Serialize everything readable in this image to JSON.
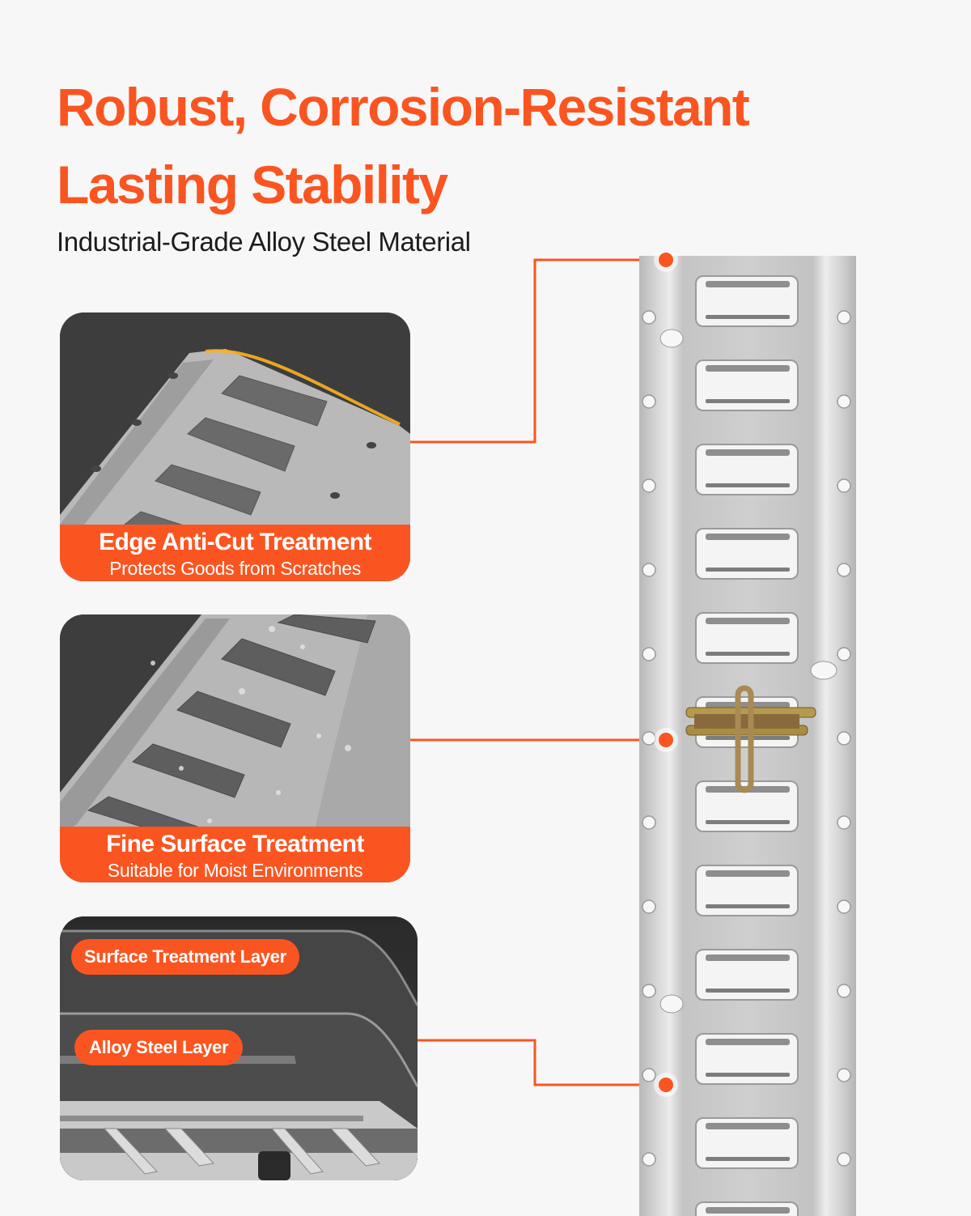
{
  "header": {
    "title_line1": "Robust, Corrosion-Resistant",
    "title_line2": "Lasting Stability",
    "subtitle": "Industrial-Grade Alloy Steel Material"
  },
  "features": [
    {
      "title": "Edge Anti-Cut Treatment",
      "subtitle": "Protects Goods from Scratches",
      "image": "e-track-edge-closeup"
    },
    {
      "title": "Fine Surface Treatment",
      "subtitle": "Suitable for Moist Environments",
      "image": "e-track-wet-surface-closeup"
    },
    {
      "image": "layer-cross-section",
      "layers": [
        {
          "label": "Surface Treatment Layer"
        },
        {
          "label": "Alloy Steel Layer"
        }
      ]
    }
  ],
  "product": {
    "image": "vertical-e-track-rail-with-fitting",
    "callout_points": 3
  },
  "colors": {
    "accent": "#fa5521",
    "background": "#f7f7f7",
    "text": "#1c1c1c",
    "card_dark": "#3c3c3c",
    "steel": "#c9c9c9"
  }
}
